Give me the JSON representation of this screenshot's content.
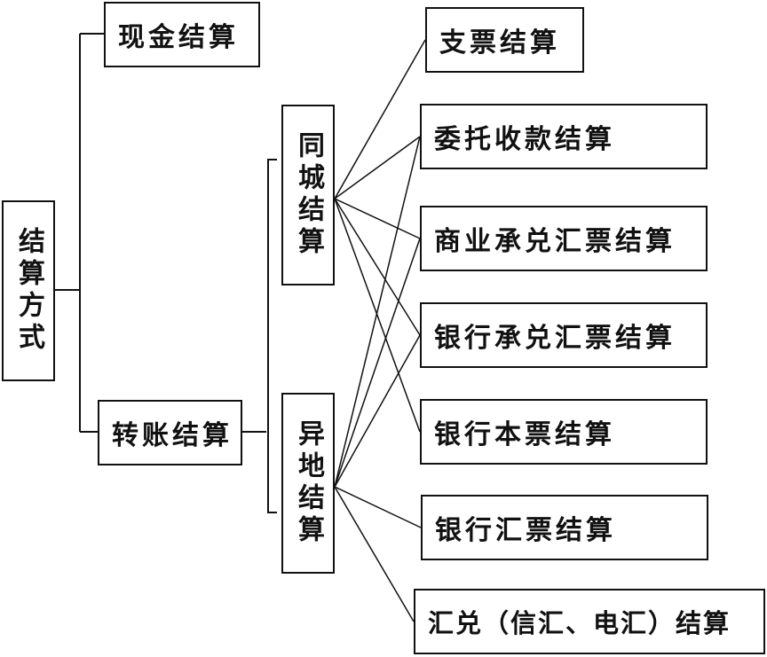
{
  "root": {
    "label": "结算方式"
  },
  "level1": [
    {
      "id": "cash",
      "label": "现金结算"
    },
    {
      "id": "transfer",
      "label": "转账结算"
    }
  ],
  "level2": [
    {
      "id": "local",
      "label": "同城结算"
    },
    {
      "id": "remote",
      "label": "异地结算"
    }
  ],
  "methods": [
    {
      "id": "cheque",
      "label": "支票结算"
    },
    {
      "id": "collection",
      "label": "委托收款结算"
    },
    {
      "id": "commercial",
      "label": "商业承兑汇票结算"
    },
    {
      "id": "bank-acceptance",
      "label": "银行承兑汇票结算"
    },
    {
      "id": "cashier",
      "label": "银行本票结算"
    },
    {
      "id": "bank-draft",
      "label": "银行汇票结算"
    },
    {
      "id": "remittance",
      "label": "汇兑（信汇、电汇）结算"
    }
  ],
  "links": {
    "local": [
      "cheque",
      "collection",
      "commercial",
      "bank-acceptance",
      "cashier"
    ],
    "remote": [
      "collection",
      "commercial",
      "bank-acceptance",
      "bank-draft",
      "remittance"
    ]
  }
}
